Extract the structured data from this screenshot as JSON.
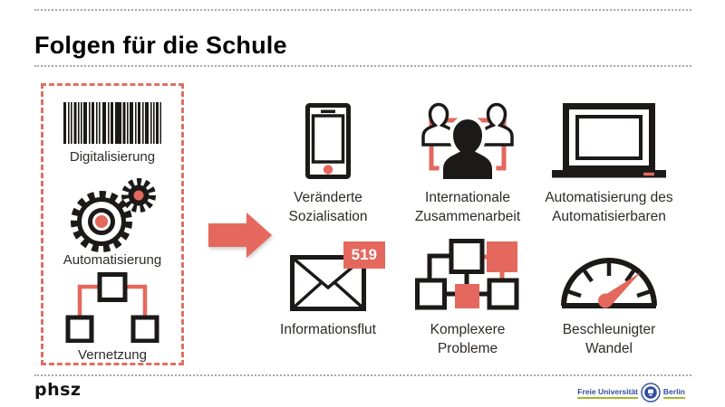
{
  "title": "Folgen für die Schule",
  "colors": {
    "accent": "#E4685D",
    "ink": "#1C1A18",
    "label": "#2E2B28",
    "dotted": "#A8A8A8",
    "fu_blue": "#2F4E9E",
    "fu_green": "#9DB82F"
  },
  "causes": {
    "items": [
      {
        "icon": "barcode-icon",
        "label": "Digitalisierung"
      },
      {
        "icon": "gears-icon",
        "label": "Automatisierung"
      },
      {
        "icon": "network-tree-icon",
        "label": "Vernetzung"
      }
    ]
  },
  "effects": {
    "items": [
      {
        "icon": "smartphone-icon",
        "label": "Veränderte Sozialisation"
      },
      {
        "icon": "people-collaboration-icon",
        "label": "Internationale Zusammenarbeit"
      },
      {
        "icon": "laptop-icon",
        "label": "Automatisierung des Automatisierbaren"
      },
      {
        "icon": "envelope-icon",
        "label": "Informationsflut",
        "badge": "519"
      },
      {
        "icon": "connected-nodes-icon",
        "label": "Komplexere Probleme"
      },
      {
        "icon": "speedometer-icon",
        "label": "Beschleunigter Wandel"
      }
    ]
  },
  "footer": {
    "left_logo": "phsz",
    "right_logo": {
      "line1": "Freie Universität",
      "line2": "Berlin"
    }
  }
}
